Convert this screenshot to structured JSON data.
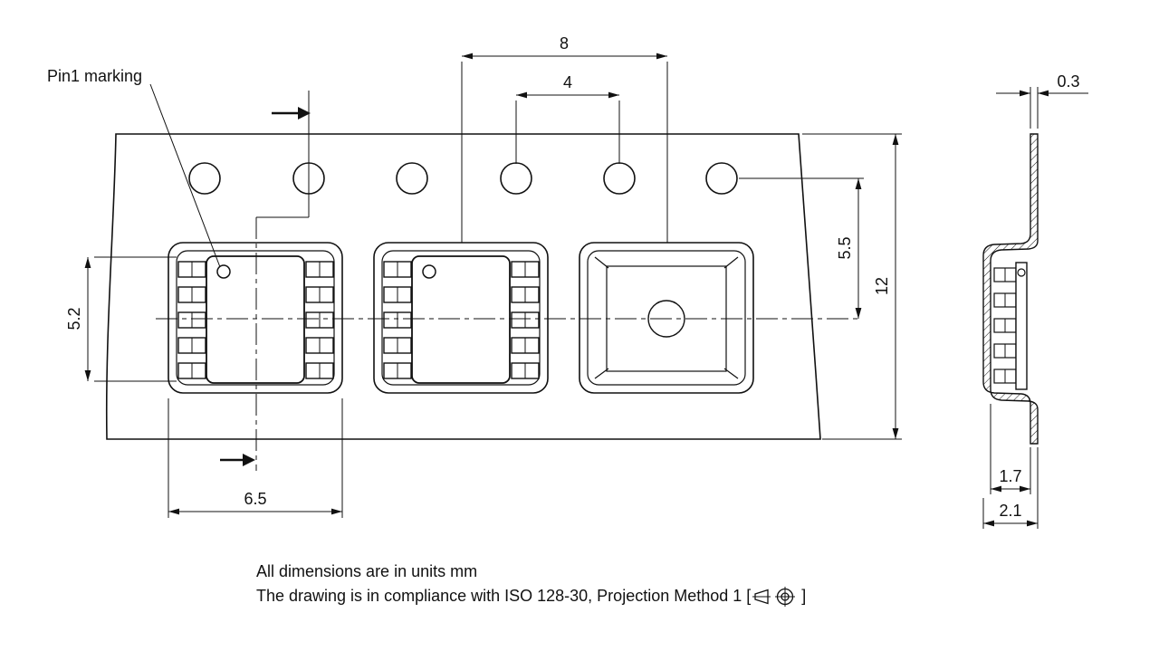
{
  "drawing": {
    "pin1_label": "Pin1 marking",
    "dims": {
      "pocket_pitch": "8",
      "sprocket_pitch": "4",
      "hole_to_pocket_center": "5.5",
      "tape_width": "12",
      "component_length": "5.2",
      "pocket_width": "6.5",
      "tape_thickness": "0.3",
      "pocket_depth_inner": "1.7",
      "pocket_depth_outer": "2.1"
    },
    "notes": {
      "units_note": "All dimensions are in units mm",
      "compliance_prefix": "The drawing is in compliance with ISO 128-30, Projection Method 1 [",
      "compliance_suffix": "]"
    }
  }
}
